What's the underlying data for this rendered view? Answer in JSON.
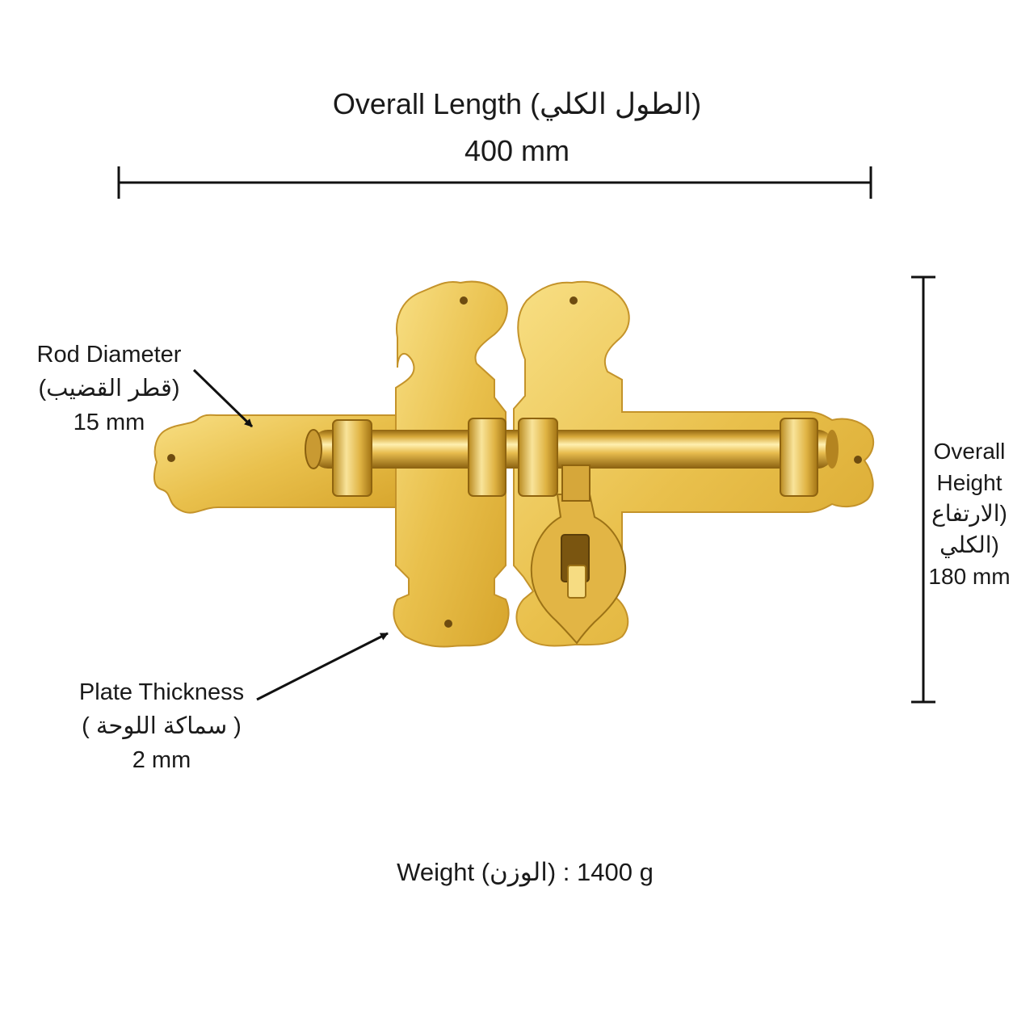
{
  "overall_length": {
    "label": "Overall Length",
    "label_ar": "(الطول الكلي)",
    "value": "400 mm"
  },
  "rod_diameter": {
    "label": "Rod Diameter",
    "label_ar": "(قطر القضيب)",
    "value": "15 mm"
  },
  "plate_thickness": {
    "label": "Plate Thickness",
    "label_ar": "( سماكة اللوحة )",
    "value": "2 mm"
  },
  "overall_height": {
    "line1": "Overall",
    "line2": "Height",
    "line3_ar": "(الارتفاع",
    "line4_ar": "(الكلي",
    "value": "180 mm"
  },
  "weight": {
    "label": "Weight",
    "label_ar": "(الوزن)",
    "separator": ":",
    "value": "1400 g"
  },
  "colors": {
    "brass_light": "#f7dc7a",
    "brass_mid": "#e3b63a",
    "brass_dark": "#a87812",
    "line": "#111111"
  }
}
